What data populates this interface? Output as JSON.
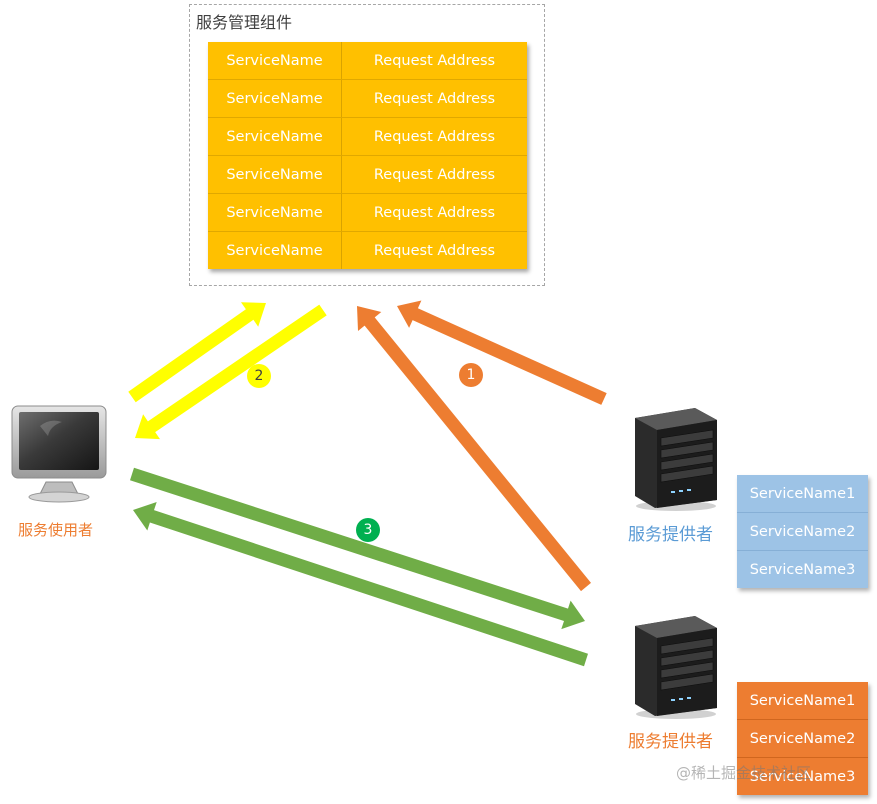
{
  "registry": {
    "title": "服务管理组件",
    "rows": [
      {
        "name": "ServiceName",
        "address": "Request Address"
      },
      {
        "name": "ServiceName",
        "address": "Request Address"
      },
      {
        "name": "ServiceName",
        "address": "Request Address"
      },
      {
        "name": "ServiceName",
        "address": "Request Address"
      },
      {
        "name": "ServiceName",
        "address": "Request Address"
      },
      {
        "name": "ServiceName",
        "address": "Request Address"
      }
    ]
  },
  "consumer": {
    "label": "服务使用者",
    "icon": "computer-monitor-icon",
    "label_color": "#ed7d31"
  },
  "provider_top": {
    "label": "服务提供者",
    "icon": "server-icon",
    "label_color": "#5b9bd5",
    "services": [
      "ServiceName1",
      "ServiceName2",
      "ServiceName3"
    ],
    "list_color": "#9dc3e6"
  },
  "provider_bottom": {
    "label": "服务提供者",
    "icon": "server-icon",
    "label_color": "#ed7d31",
    "services": [
      "ServiceName1",
      "ServiceName2",
      "ServiceName3"
    ],
    "list_color": "#ed7d31"
  },
  "steps": [
    {
      "number": "1",
      "color": "#ed7d31",
      "text_color": "#ffffff"
    },
    {
      "number": "2",
      "color": "#ffff00",
      "text_color": "#404040"
    },
    {
      "number": "3",
      "color": "#00b050",
      "text_color": "#ffffff"
    }
  ],
  "colors": {
    "registry_cell": "#ffc000",
    "arrow_register": "#ed7d31",
    "arrow_lookup": "#ffff00",
    "arrow_call": "#70ad47"
  },
  "watermark": "@稀土掘金技术社区"
}
